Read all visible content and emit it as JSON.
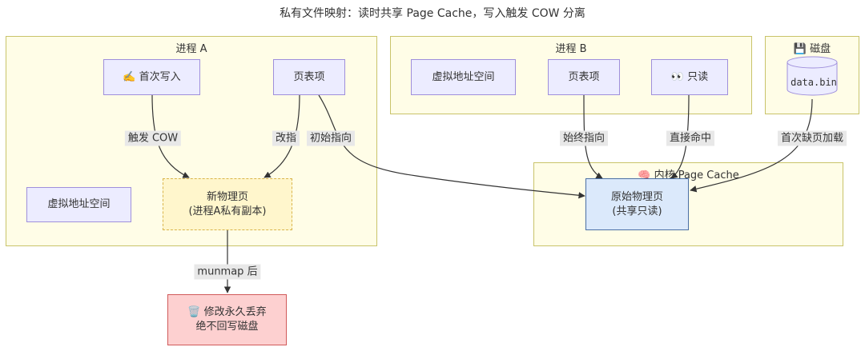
{
  "title": "私有文件映射：读时共享 Page Cache，写入触发 COW 分离",
  "groups": {
    "proc_a": "进程 A",
    "proc_b": "进程 B",
    "disk": "💾 磁盘",
    "kernel": "🧠 内核 Page Cache"
  },
  "nodes": {
    "a_first_write": "✍️ 首次写入",
    "a_pte": "页表项",
    "a_vas": "虚拟地址空间",
    "a_new_page_line1": "新物理页",
    "a_new_page_line2": "(进程A私有副本)",
    "b_vas": "虚拟地址空间",
    "b_pte": "页表项",
    "b_readonly": "👀 只读",
    "disk_file": "data.bin",
    "orig_page_line1": "原始物理页",
    "orig_page_line2": "(共享只读)",
    "discard_line1": "🗑️ 修改永久丢弃",
    "discard_line2": "绝不回写磁盘"
  },
  "edges": {
    "trigger_cow": "触发 COW",
    "redirect": "改指",
    "initial_point": "初始指向",
    "always_point": "始终指向",
    "direct_hit": "直接命中",
    "first_fault_load": "首次缺页加载",
    "after_munmap": "munmap 后"
  }
}
